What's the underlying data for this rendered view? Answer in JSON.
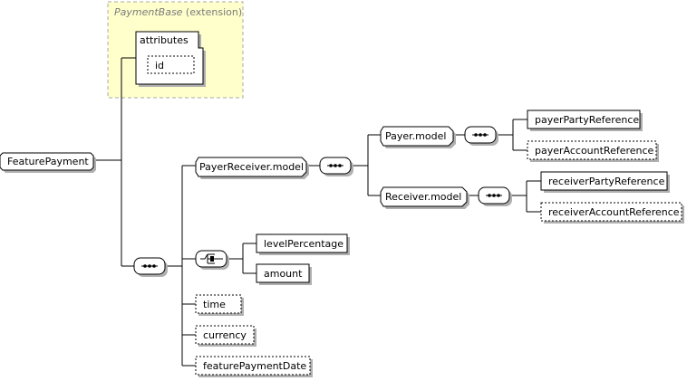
{
  "base": {
    "name": "PaymentBase",
    "suffix": " (extension)",
    "attributes_label": "attributes",
    "attribute_id": "id"
  },
  "root": "FeaturePayment",
  "elements": {
    "payer_receiver_model": "PayerReceiver.model",
    "payer_model": "Payer.model",
    "receiver_model": "Receiver.model",
    "payer_party_reference": "payerPartyReference",
    "payer_account_reference": "payerAccountReference",
    "receiver_party_reference": "receiverPartyReference",
    "receiver_account_reference": "receiverAccountReference",
    "level_percentage": "levelPercentage",
    "amount": "amount",
    "time": "time",
    "currency": "currency",
    "feature_payment_date": "featurePaymentDate"
  },
  "colors": {
    "extension_fill": "#ffffcc",
    "extension_border": "#a8a8a8",
    "shadow": "#b0b0b0",
    "line": "#000000"
  }
}
